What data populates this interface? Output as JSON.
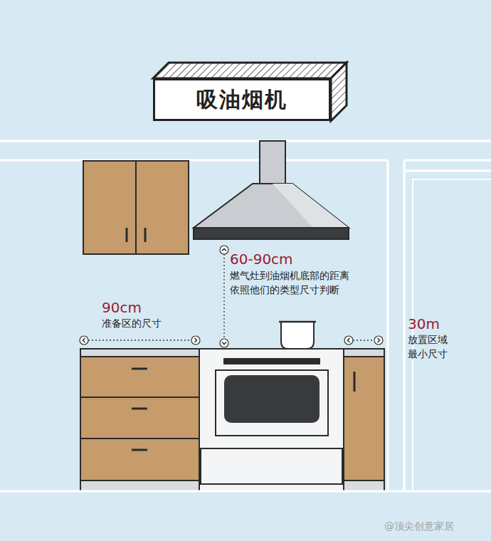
{
  "diagram": {
    "nodes": [
      {
        "text": [
          "吸油烟机"
        ]
      }
    ],
    "labels": [
      "60-90cm",
      "燃气灶到油烟机底部的距离 依照他们的类型尺寸判断",
      "90cm",
      "准备区的尺寸",
      "30m",
      "放置区域 最小尺寸",
      "@顶尖创意家居"
    ]
  }
}
